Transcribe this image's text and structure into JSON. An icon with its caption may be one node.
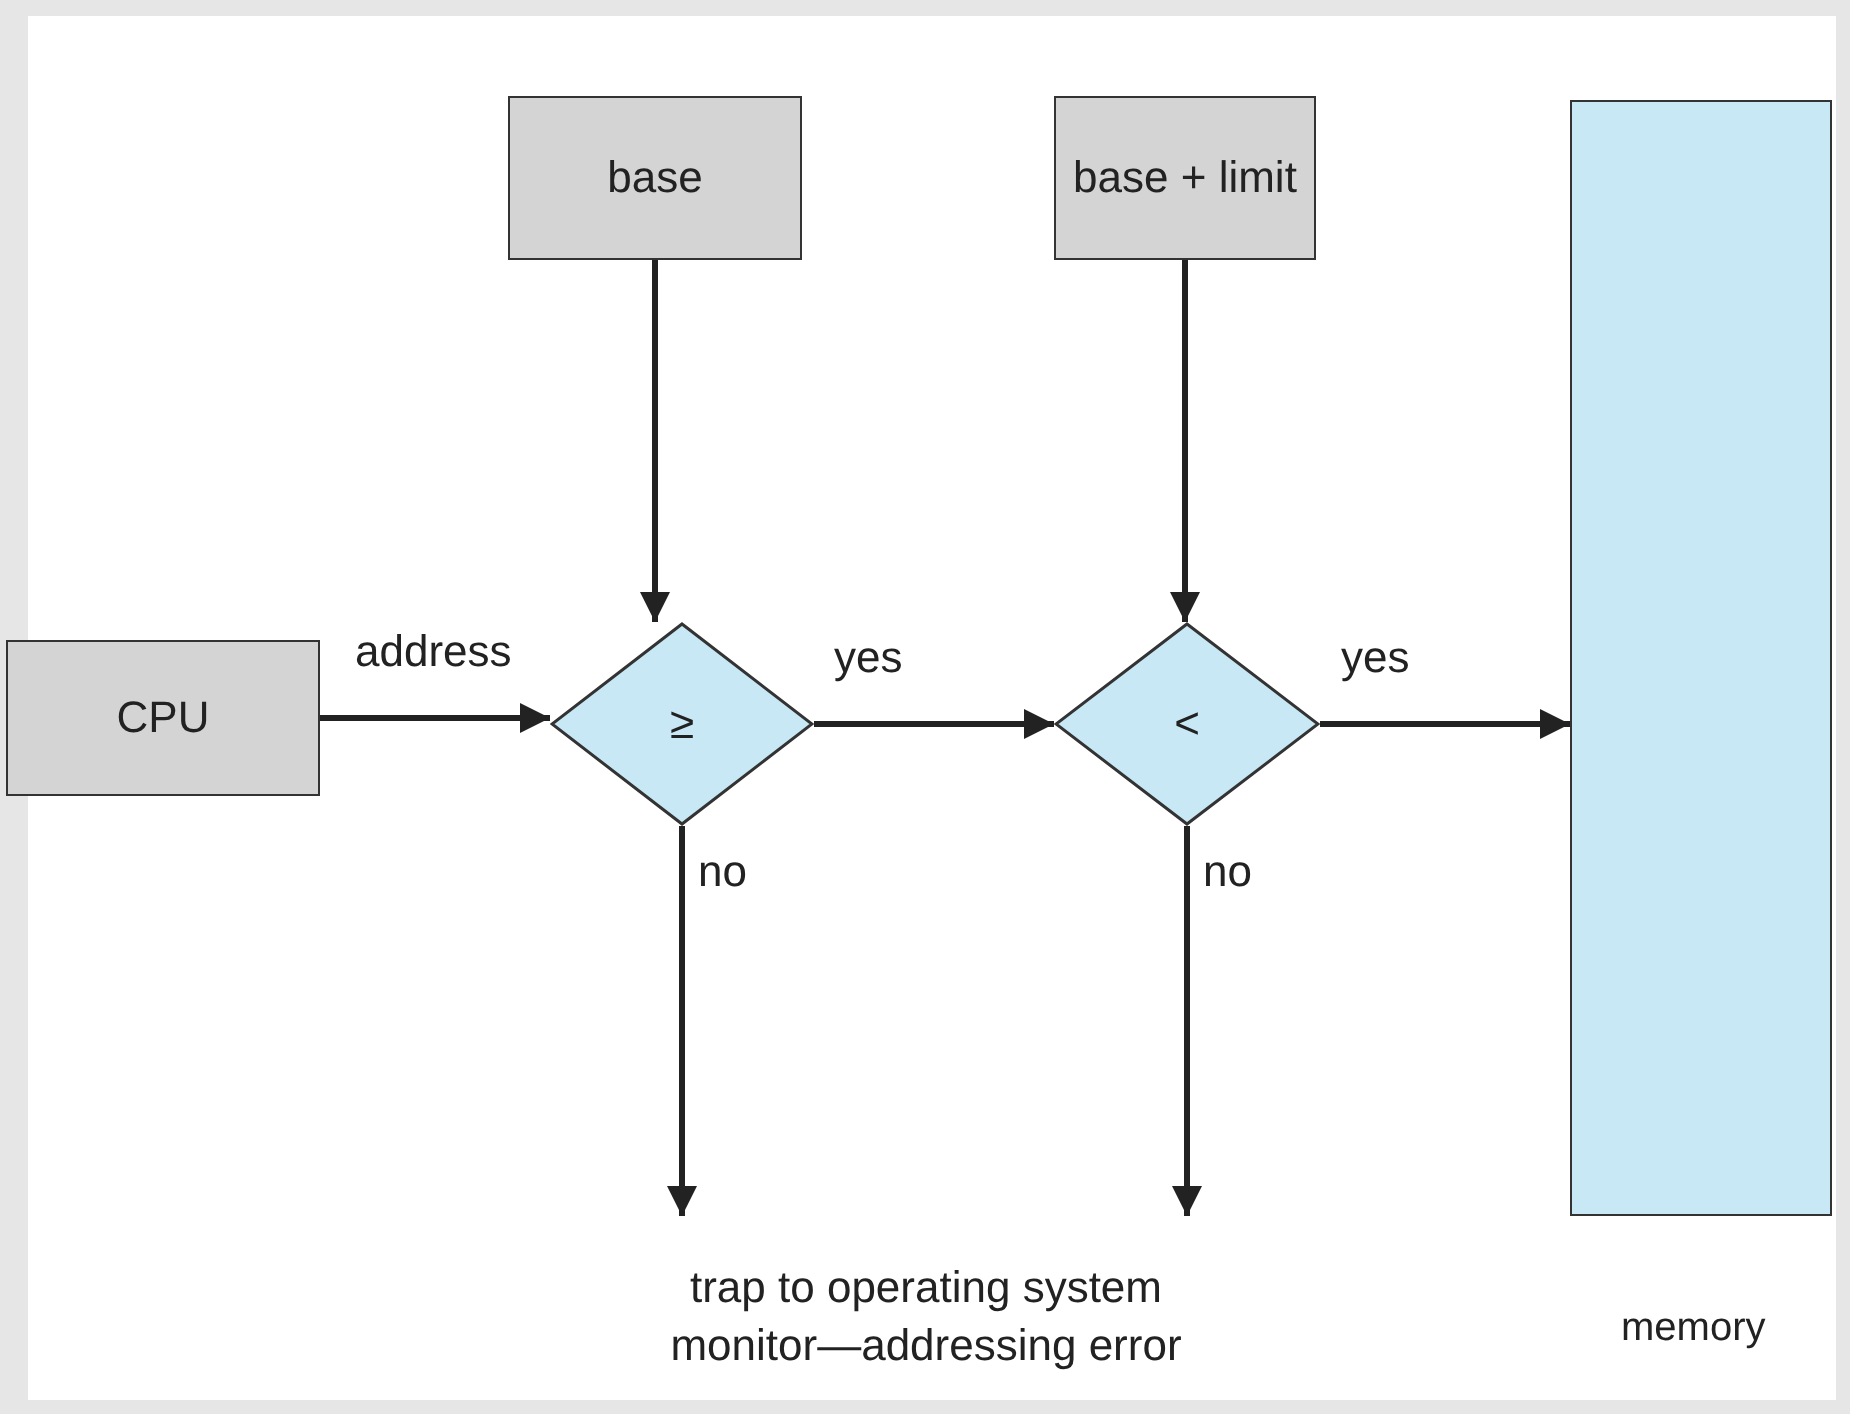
{
  "diagram": {
    "nodes": [
      {
        "text": [
          "base"
        ]
      },
      {
        "text": [
          "base + limit"
        ]
      },
      {
        "text": [],
        "shape": "box",
        "beside": [
          "memory"
        ]
      },
      {
        "text": [
          "CPU"
        ]
      },
      {
        "text": [
          "≥"
        ]
      },
      {
        "text": [
          "<"
        ]
      },
      {
        "text": [
          "trap to operating system monitor—addressing error"
        ]
      }
    ],
    "edges": [
      {
        "from": 3,
        "to": 4,
        "arrow": "to",
        "label": "address"
      },
      {
        "from": 0,
        "to": 4,
        "arrow": "to"
      },
      {
        "from": 1,
        "to": 5,
        "arrow": "to"
      },
      {
        "from": 4,
        "to": 5,
        "arrow": "to",
        "label": "yes"
      },
      {
        "from": 5,
        "to": 2,
        "arrow": "to",
        "label": "yes"
      },
      {
        "from": 4,
        "to": 6,
        "arrow": "to",
        "label": "no"
      },
      {
        "from": 5,
        "to": 6,
        "arrow": "to",
        "label": "no"
      }
    ]
  }
}
